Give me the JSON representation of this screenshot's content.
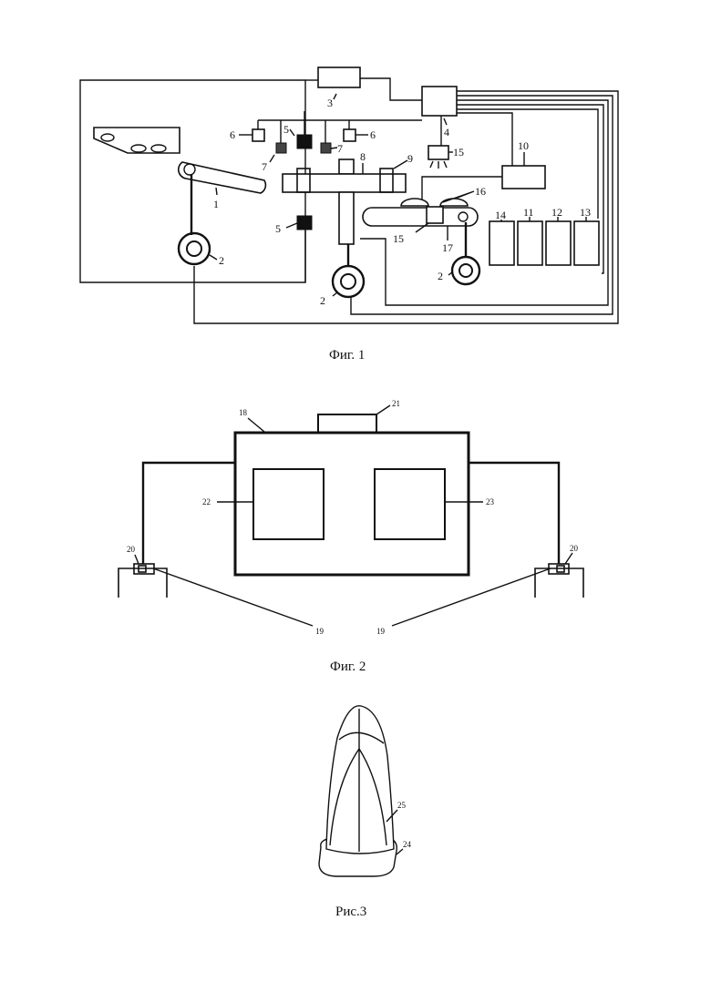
{
  "figure1": {
    "caption": "Фиг. 1",
    "labels": {
      "conveyor": "1",
      "drive_left": "2",
      "drive_bottom": "2",
      "drive_right": "2",
      "block_top": "3",
      "controller": "4",
      "sensor_dark_top": "5",
      "sensor_dark_mid": "5",
      "sensor_left": "6",
      "sensor_right": "6",
      "sensor_grey_left": "7",
      "sensor_grey_right": "7",
      "column": "8",
      "clamp": "9",
      "unit": "10",
      "bin_a": "11",
      "bin_b": "12",
      "bin_c": "13",
      "bin_d": "14",
      "camera_top": "15",
      "camera_bottom": "15",
      "domes": "16",
      "conveyor_right": "17"
    }
  },
  "figure2": {
    "caption": "Фиг. 2",
    "labels": {
      "housing": "18",
      "foot_left": "19",
      "foot_right": "19",
      "mount_left": "20",
      "mount_right": "20",
      "top_unit": "21",
      "window_left": "22",
      "window_right": "23"
    }
  },
  "figure3": {
    "caption": "Рис.3",
    "labels": {
      "base": "24",
      "body": "25"
    }
  }
}
